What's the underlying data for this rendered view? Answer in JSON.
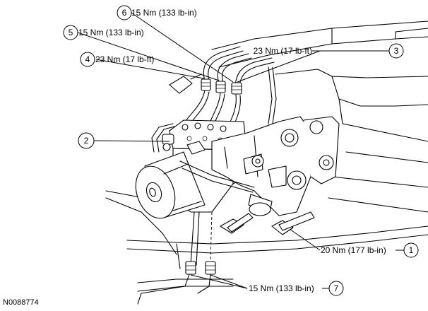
{
  "figure_id": "N0088774",
  "callouts": [
    {
      "id": "c6",
      "number": "6",
      "torque": "15 Nm (133 lb-in)"
    },
    {
      "id": "c5",
      "number": "5",
      "torque": "15 Nm (133 lb-in)"
    },
    {
      "id": "c4",
      "number": "4",
      "torque": "23 Nm (17 lb-ft)"
    },
    {
      "id": "c3",
      "number": "3",
      "torque": "23 Nm (17 lb-ft)"
    },
    {
      "id": "c2",
      "number": "2",
      "torque": ""
    },
    {
      "id": "c1",
      "number": "1",
      "torque": "20 Nm (177 lb-in)"
    },
    {
      "id": "c7",
      "number": "7",
      "torque": "15 Nm (133 lb-in)"
    }
  ]
}
